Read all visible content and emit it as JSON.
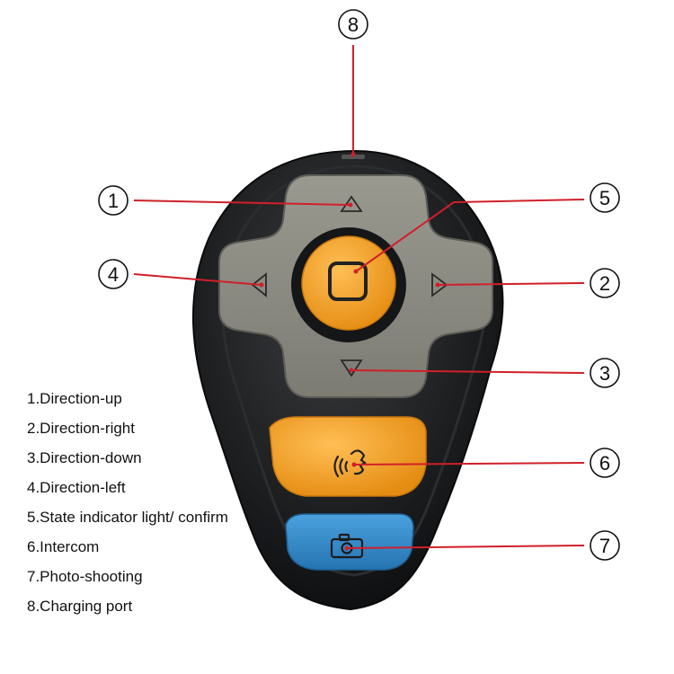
{
  "callouts": [
    {
      "number": "8",
      "label": "Charging port"
    },
    {
      "number": "1",
      "label": "Direction-up"
    },
    {
      "number": "5",
      "label": "State indicator light/ confirm"
    },
    {
      "number": "4",
      "label": "Direction-left"
    },
    {
      "number": "2",
      "label": "Direction-right"
    },
    {
      "number": "3",
      "label": "Direction-down"
    },
    {
      "number": "6",
      "label": "Intercom"
    },
    {
      "number": "7",
      "label": "Photo-shooting"
    }
  ],
  "legend": [
    "1.Direction-up",
    "2.Direction-right",
    "3.Direction-down",
    "4.Direction-left",
    "5.State indicator light/ confirm",
    "6.Intercom",
    "7.Photo-shooting",
    "8.Charging port"
  ],
  "colors": {
    "leader_line": "#d0202a",
    "shell": "#1d1f21",
    "dpad": "#8c8b83",
    "confirm_button": "#f29a1e",
    "intercom_button": "#f29a1e",
    "photo_button": "#2f86c4"
  },
  "icons": {
    "confirm": "rounded-square-icon",
    "intercom": "speaking-head-icon",
    "photo": "camera-icon",
    "up": "triangle-up-icon",
    "down": "triangle-down-icon",
    "left": "triangle-left-icon",
    "right": "triangle-right-icon"
  }
}
